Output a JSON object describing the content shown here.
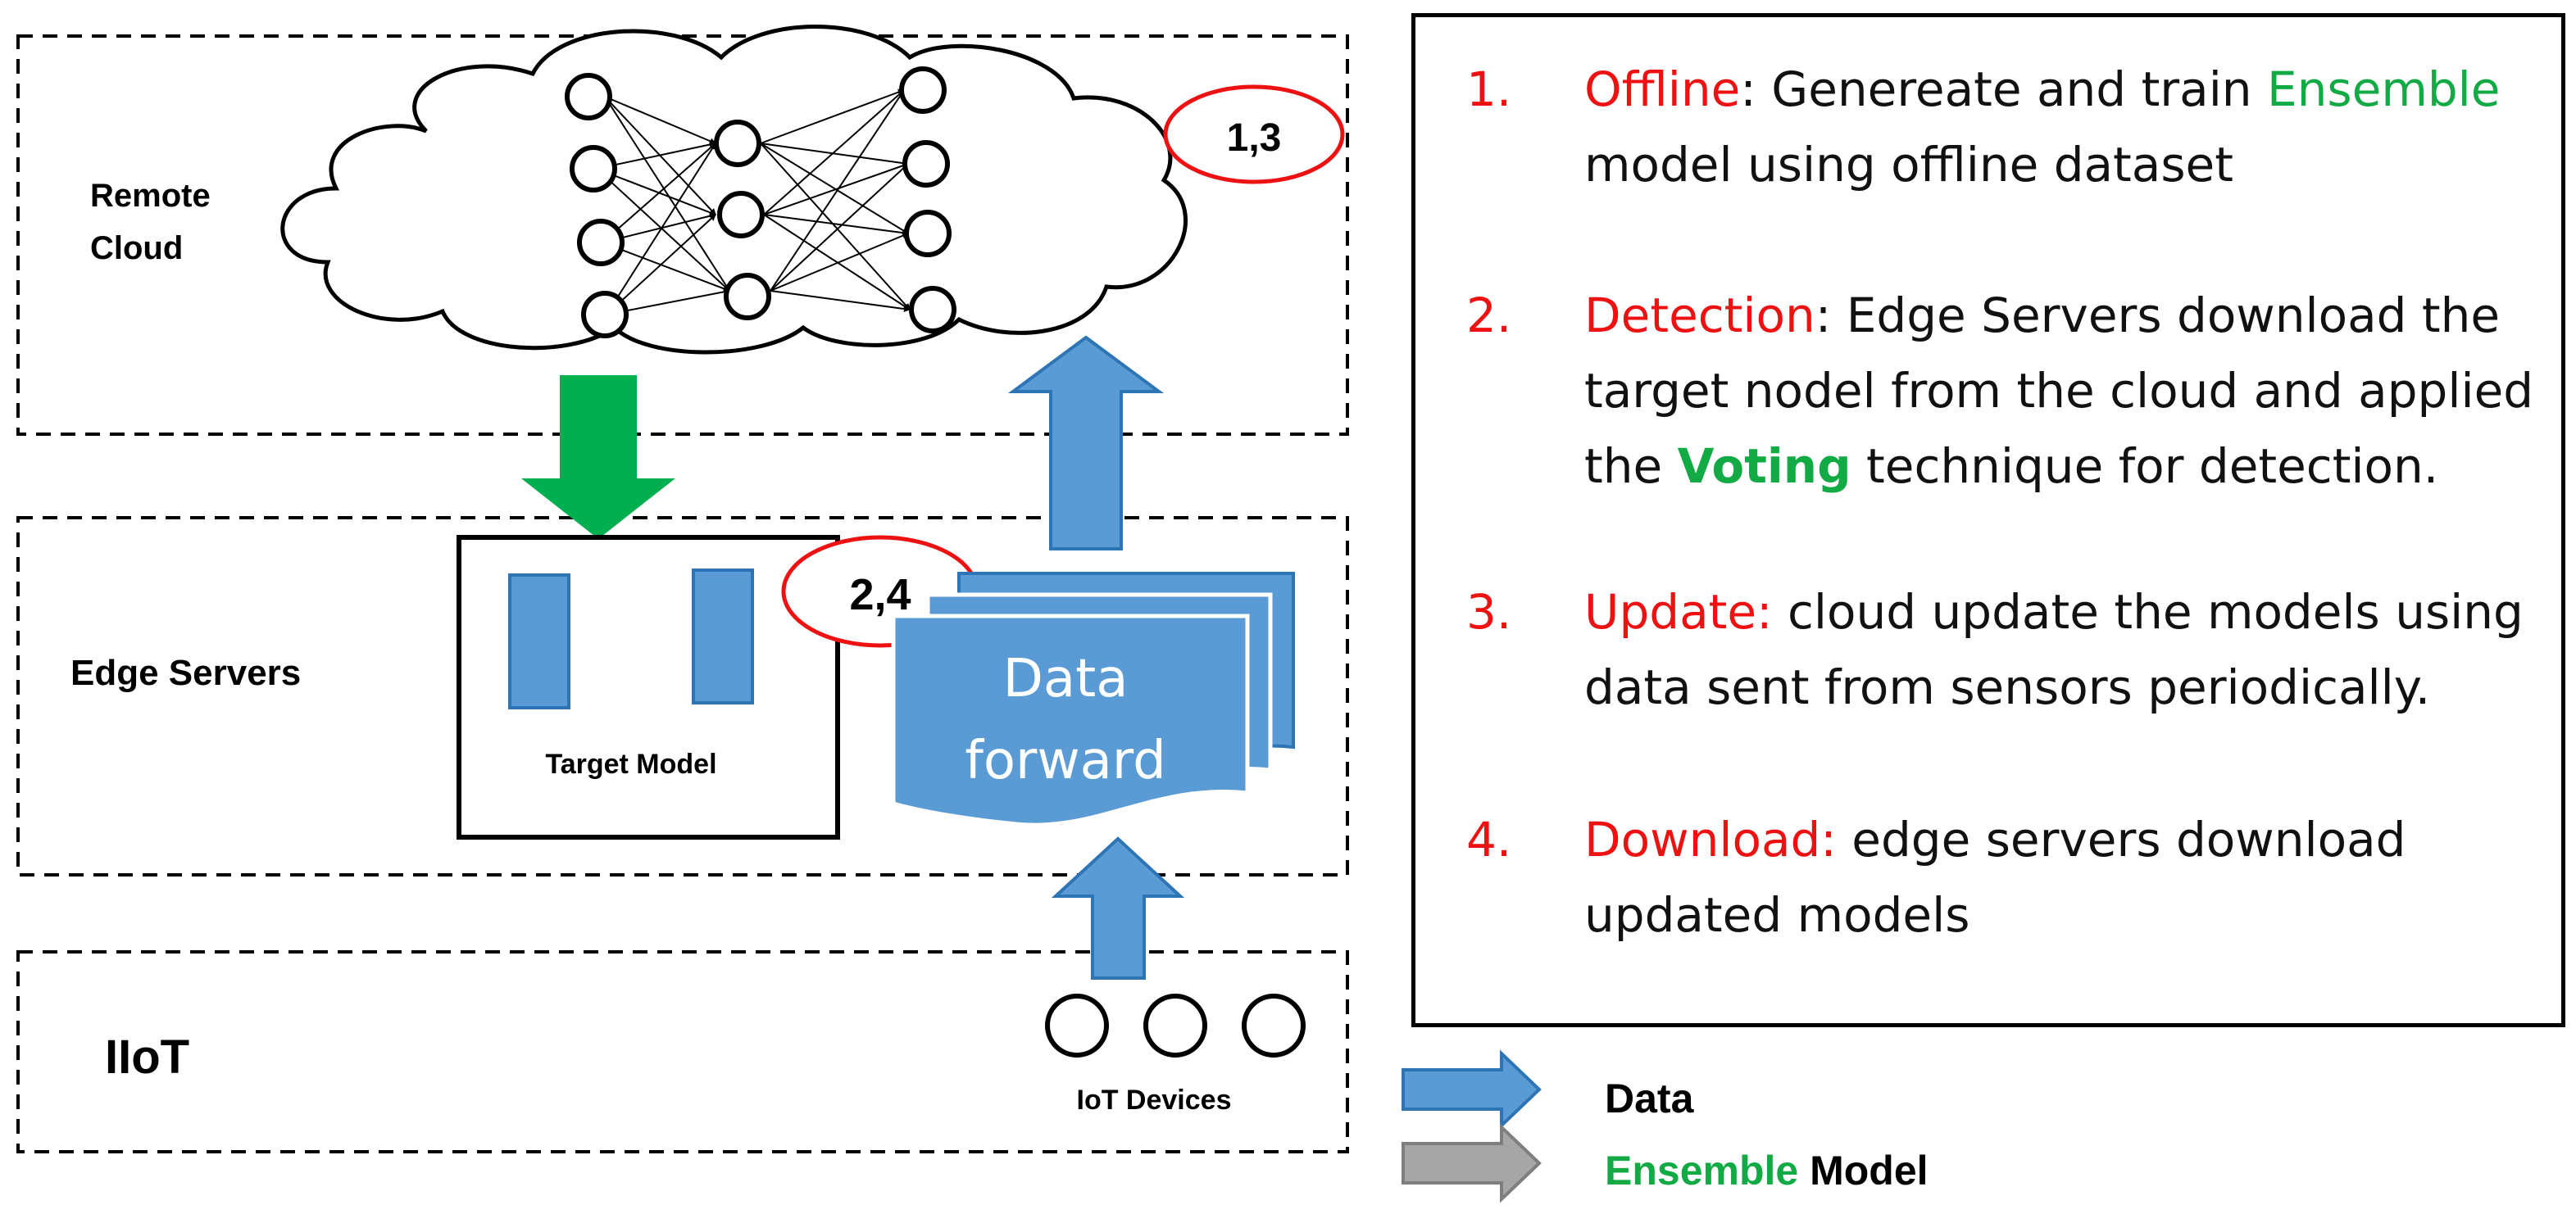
{
  "layers": {
    "cloud": "Remote Cloud",
    "cloud_line1": "Remote",
    "cloud_line2": "Cloud",
    "edge": "Edge Servers",
    "iiot": "IIoT"
  },
  "boxes": {
    "target_model": "Target Model",
    "data_forward_line1": "Data",
    "data_forward_line2": "forward",
    "iot_devices": "IoT Devices"
  },
  "badges": {
    "cloud_steps": "1,3",
    "edge_steps": "2,4"
  },
  "steps": [
    {
      "num": "1.",
      "title": "Offline",
      "sep": ":",
      "text_before": " Genereate and train ",
      "highlight": "Ensemble",
      "text_after": " model using offline dataset"
    },
    {
      "num": "2.",
      "title": "Detection",
      "sep": ":",
      "text_before": " Edge Servers download the target nodel from the cloud and applied the ",
      "highlight": "Voting",
      "text_after": " technique for detection."
    },
    {
      "num": "3.",
      "title": "Update:",
      "sep": "",
      "text_before": " cloud update the  models using data sent from sensors periodically.",
      "highlight": "",
      "text_after": ""
    },
    {
      "num": "4.",
      "title": "Download:",
      "sep": "",
      "text_before": " edge servers download updated models",
      "highlight": "",
      "text_after": ""
    }
  ],
  "key": {
    "data_label": "Data",
    "model_label_1": "Ensemble",
    "model_label_2": " Model"
  },
  "colors": {
    "blue_arrow": "#5b9bd5",
    "blue_outline": "#2e75b6",
    "green_arrow": "#00b050",
    "gray_arrow": "#a6a6a6",
    "badge_red": "#ee1111",
    "accent_red": "#ee1111",
    "accent_green": "#11aa44"
  },
  "icons": {
    "neural_network": "neural-network-icon",
    "cloud": "cloud-icon",
    "device": "circle-device-icon"
  }
}
